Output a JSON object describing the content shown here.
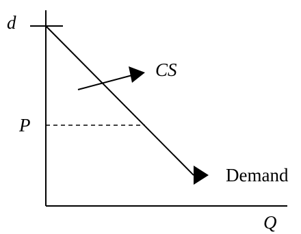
{
  "diagram": {
    "labels": {
      "max_price": "d",
      "price": "P",
      "quantity": "Q",
      "consumer_surplus": "CS",
      "curve": "Demand"
    }
  }
}
